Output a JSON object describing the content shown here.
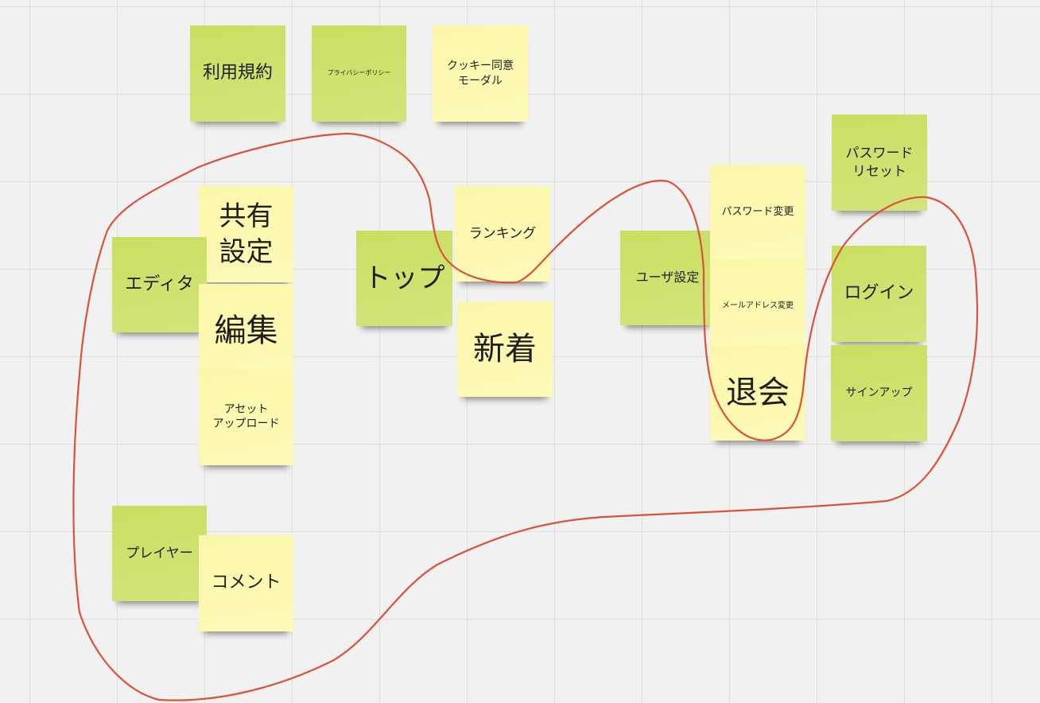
{
  "board": {
    "notes": [
      {
        "id": "terms",
        "text": "利用規約",
        "color": "green"
      },
      {
        "id": "privacy",
        "text": "プライバシーポリシー",
        "color": "green"
      },
      {
        "id": "cookie",
        "text": "クッキー同意\nモーダル",
        "color": "yellow"
      },
      {
        "id": "password-reset",
        "text": "パスワード\nリセット",
        "color": "green"
      },
      {
        "id": "share-settings",
        "text": "共有\n設定",
        "color": "yellow"
      },
      {
        "id": "editor",
        "text": "エディタ",
        "color": "green"
      },
      {
        "id": "edit",
        "text": "編集",
        "color": "yellow"
      },
      {
        "id": "asset-upload",
        "text": "アセット\nアップロード",
        "color": "yellow"
      },
      {
        "id": "top",
        "text": "トップ",
        "color": "green"
      },
      {
        "id": "ranking",
        "text": "ランキング",
        "color": "yellow"
      },
      {
        "id": "new",
        "text": "新着",
        "color": "yellow"
      },
      {
        "id": "user-settings",
        "text": "ユーザ設定",
        "color": "green"
      },
      {
        "id": "password-change",
        "text": "パスワード変更",
        "color": "yellow"
      },
      {
        "id": "email-change",
        "text": "メールアドレス変更",
        "color": "yellow"
      },
      {
        "id": "withdraw",
        "text": "退会",
        "color": "yellow"
      },
      {
        "id": "login",
        "text": "ログイン",
        "color": "green"
      },
      {
        "id": "signup",
        "text": "サインアップ",
        "color": "green"
      },
      {
        "id": "player",
        "text": "プレイヤー",
        "color": "green"
      },
      {
        "id": "comment",
        "text": "コメント",
        "color": "yellow"
      }
    ]
  },
  "colors": {
    "green_note": "#cde06c",
    "yellow_note": "#fcf8ae",
    "stroke": "#d9533a",
    "grid": "#dedede",
    "canvas": "#f1f1f1"
  }
}
